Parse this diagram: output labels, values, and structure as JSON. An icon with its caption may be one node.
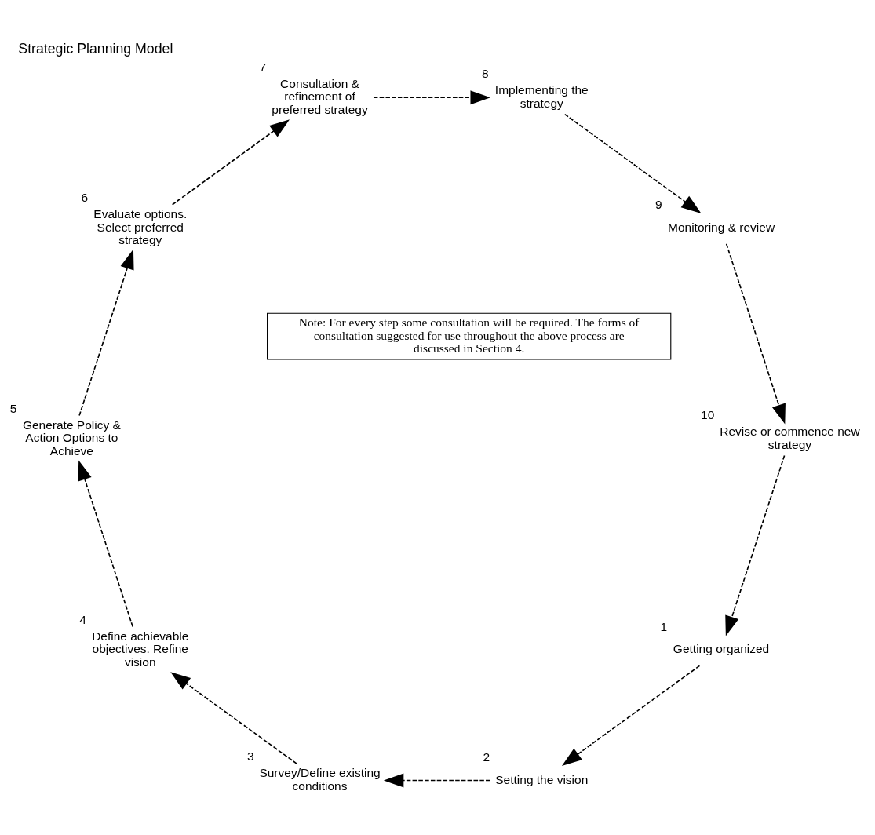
{
  "diagram": {
    "title": "Strategic Planning Model",
    "nodes": [
      {
        "text": [
          "Getting organized"
        ],
        "beside": [
          "1"
        ]
      },
      {
        "text": [
          "Setting the vision"
        ],
        "beside": [
          "2"
        ]
      },
      {
        "text": [
          "Survey/Define existing conditions"
        ],
        "beside": [
          "3"
        ]
      },
      {
        "text": [
          "Define achievable objectives. Refine vision"
        ],
        "beside": [
          "4"
        ]
      },
      {
        "text": [
          "Generate Policy & Action Options to Achieve"
        ],
        "beside": [
          "5"
        ]
      },
      {
        "text": [
          "Evaluate options. Select preferred strategy"
        ],
        "beside": [
          "6"
        ]
      },
      {
        "text": [
          "Consultation & refinement of preferred strategy"
        ],
        "beside": [
          "7"
        ]
      },
      {
        "text": [
          "Implementing the strategy"
        ],
        "beside": [
          "8"
        ]
      },
      {
        "text": [
          "Monitoring & review"
        ],
        "beside": [
          "9"
        ]
      },
      {
        "text": [
          "Revise or commence new strategy"
        ],
        "beside": [
          "10"
        ]
      }
    ],
    "edges": [
      {
        "from": 0,
        "to": 1,
        "arrow": "to",
        "style": "dashed"
      },
      {
        "from": 1,
        "to": 2,
        "arrow": "to",
        "style": "dashed"
      },
      {
        "from": 2,
        "to": 3,
        "arrow": "to",
        "style": "dashed"
      },
      {
        "from": 3,
        "to": 4,
        "arrow": "to",
        "style": "dashed"
      },
      {
        "from": 4,
        "to": 5,
        "arrow": "to",
        "style": "dashed"
      },
      {
        "from": 5,
        "to": 6,
        "arrow": "to",
        "style": "dashed"
      },
      {
        "from": 6,
        "to": 7,
        "arrow": "to",
        "style": "dashed"
      },
      {
        "from": 7,
        "to": 8,
        "arrow": "to",
        "style": "dashed"
      },
      {
        "from": 8,
        "to": 9,
        "arrow": "to",
        "style": "dashed"
      },
      {
        "from": 9,
        "to": 0,
        "arrow": "to",
        "style": "dashed"
      }
    ],
    "labels": [
      "Note: For every step some consultation will be required. The forms of consultation suggested for use throughout the above process are discussed in Section 4."
    ]
  }
}
